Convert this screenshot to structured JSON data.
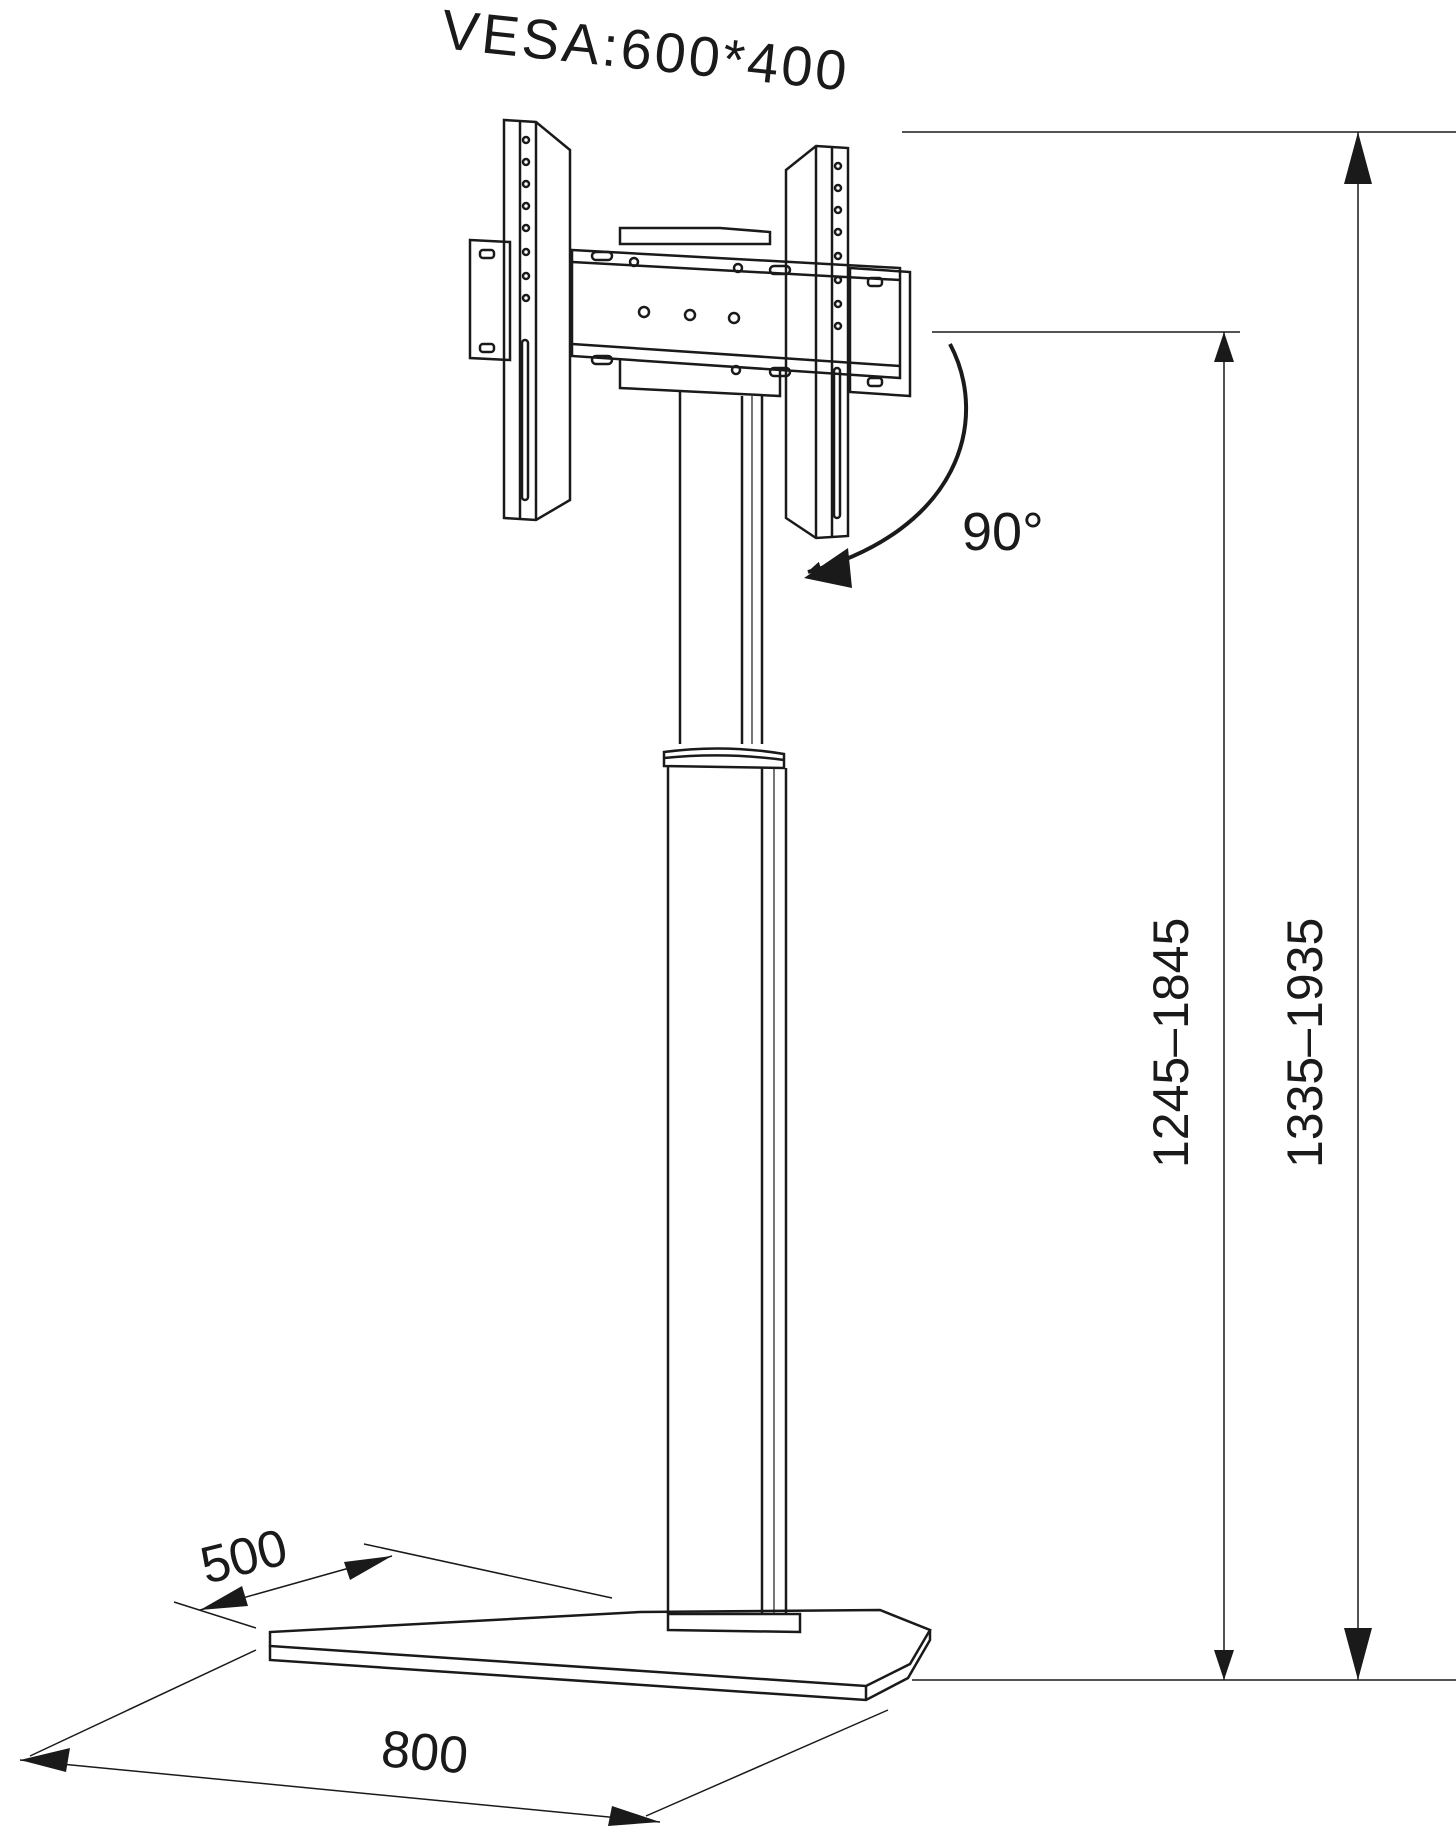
{
  "labels": {
    "vesa": "VESA:600*400",
    "tilt_angle": "90°",
    "height_screen_center": "1245–1845",
    "height_overall": "1335–1935",
    "base_depth": "500",
    "base_width": "800"
  },
  "colors": {
    "line": "#1a1a1a",
    "background": "#ffffff"
  }
}
